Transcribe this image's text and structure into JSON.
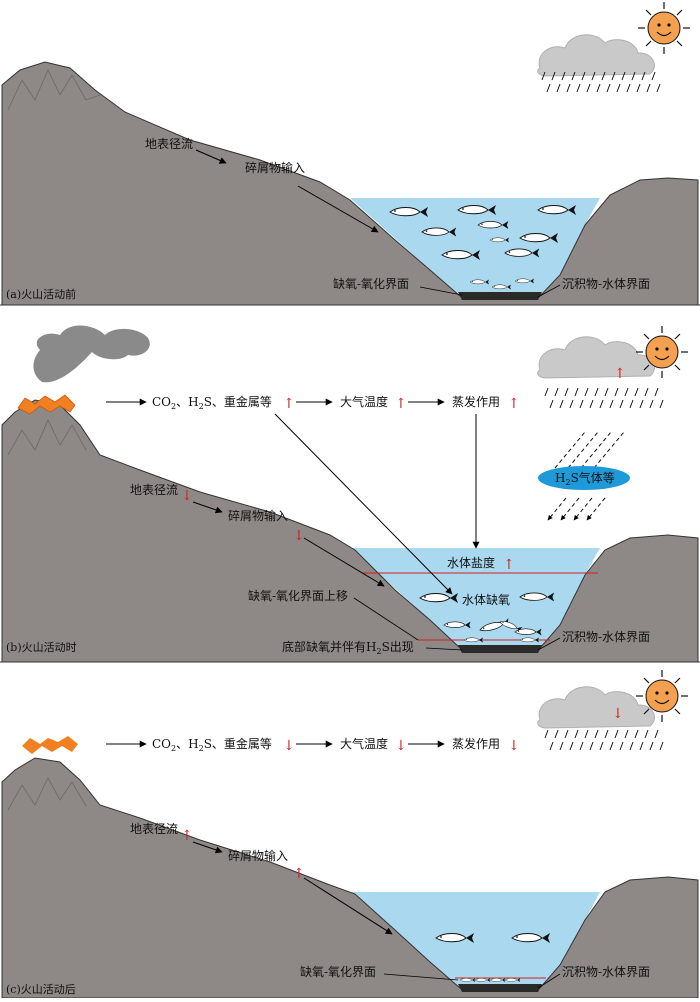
{
  "panels": {
    "a": {
      "caption": "(a)火山活动前",
      "runoff": "地表径流",
      "debris": "碎屑物输入",
      "anoxic": "缺氧-氧化界面",
      "sediment": "沉积物-水体界面"
    },
    "b": {
      "caption": "(b)火山活动时",
      "runoff": "地表径流",
      "debris": "碎屑物输入",
      "co2_prefix": "CO",
      "co2_sub": "2",
      "h2s_prefix": "、H",
      "h2s_sub": "2",
      "h2s_suffix": "S、重金属等",
      "temperature": "大气温度",
      "evaporation": "蒸发作用",
      "gas_prefix": "H",
      "gas_sub": "2",
      "gas_suffix": "S气体等",
      "salinity": "水体盐度",
      "hypoxia": "水体缺氧",
      "anoxic_up": "缺氧-氧化界面上移",
      "bottom_prefix": "底部缺氧并伴有H",
      "bottom_sub": "2",
      "bottom_suffix": "S出现",
      "sediment": "沉积物-水体界面",
      "up_arrow": "↑",
      "down_arrow": "↓"
    },
    "c": {
      "caption": "(c)火山活动后",
      "runoff": "地表径流",
      "debris": "碎屑物输入",
      "co2_prefix": "CO",
      "co2_sub": "2",
      "h2s_prefix": "、H",
      "h2s_sub": "2",
      "h2s_suffix": "S、重金属等",
      "temperature": "大气温度",
      "evaporation": "蒸发作用",
      "anoxic": "缺氧-氧化界面",
      "sediment": "沉积物-水体界面",
      "up_arrow": "↑",
      "down_arrow": "↓"
    }
  },
  "colors": {
    "terrain": "#8e8886",
    "water": "#a9d8ef",
    "sediment": "#2a2a28",
    "lava": "#f08020",
    "sun": "#f3a050",
    "cloud": "#c9c9c9",
    "smoke": "#8a8a8a",
    "gas": "#1f9ad8",
    "indicator": "#d32020"
  }
}
